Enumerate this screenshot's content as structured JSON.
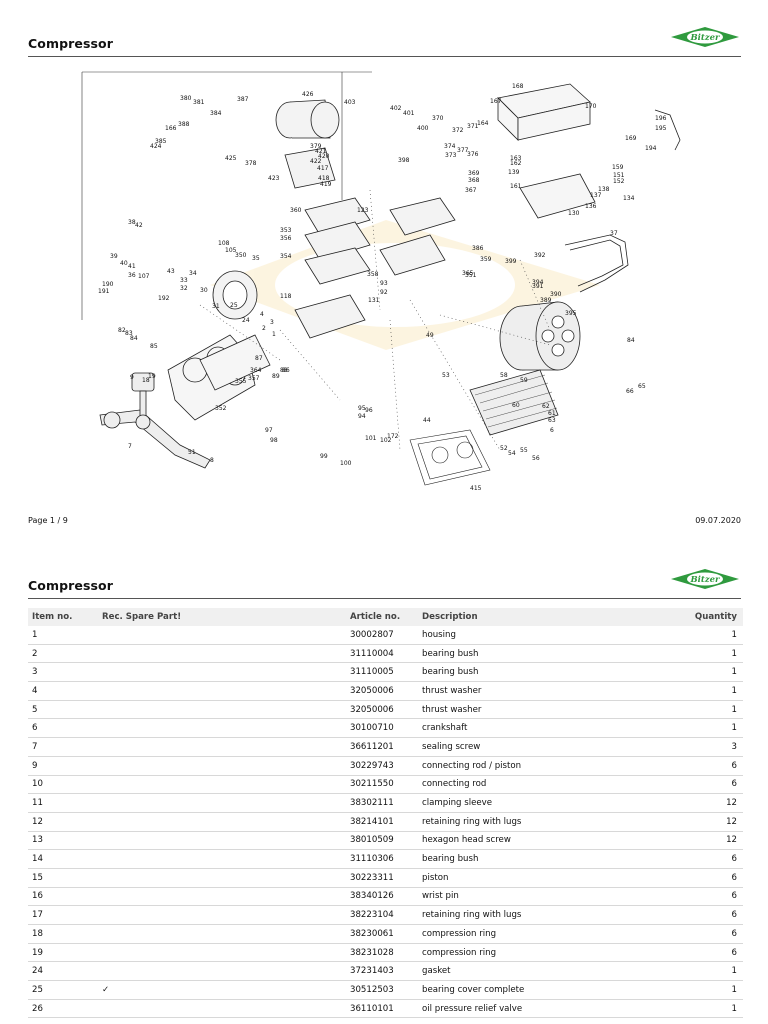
{
  "page1": {
    "title": "Compressor",
    "footer_page": "Page 1 / 9",
    "footer_date": "09.07.2020",
    "logo_text": "Bitzer",
    "diagram_labels": [
      "380",
      "381",
      "387",
      "426",
      "403",
      "402",
      "401",
      "400",
      "168",
      "167",
      "170",
      "196",
      "195",
      "370",
      "372",
      "371",
      "164",
      "166",
      "384",
      "388",
      "385",
      "424",
      "425",
      "378",
      "379",
      "421",
      "420",
      "422",
      "417",
      "418",
      "419",
      "423",
      "398",
      "374",
      "373",
      "377",
      "376",
      "369",
      "368",
      "367",
      "163",
      "162",
      "139",
      "161",
      "169",
      "159",
      "151",
      "152",
      "194",
      "138",
      "137",
      "136",
      "134",
      "130",
      "360",
      "123",
      "353",
      "356",
      "354",
      "358",
      "93",
      "92",
      "131",
      "118",
      "386",
      "359",
      "365",
      "351",
      "399",
      "392",
      "394",
      "391",
      "390",
      "389",
      "395",
      "37",
      "38",
      "42",
      "39",
      "40",
      "41",
      "36",
      "107",
      "108",
      "105",
      "350",
      "35",
      "43",
      "34",
      "33",
      "32",
      "30",
      "31",
      "25",
      "24",
      "191",
      "190",
      "192",
      "82",
      "83",
      "84",
      "85",
      "4",
      "3",
      "2",
      "1",
      "49",
      "58",
      "59",
      "84",
      "65",
      "66",
      "87",
      "89",
      "88",
      "86",
      "364",
      "357",
      "355",
      "352",
      "9",
      "18",
      "19",
      "96",
      "95",
      "94",
      "97",
      "98",
      "99",
      "100",
      "101",
      "102",
      "172",
      "53",
      "60",
      "62",
      "61",
      "63",
      "6",
      "7",
      "51",
      "8",
      "52",
      "54",
      "55",
      "56",
      "415",
      "44"
    ]
  },
  "page2": {
    "title": "Compressor",
    "logo_text": "Bitzer",
    "columns": [
      "Item no.",
      "Rec. Spare Part!",
      "Article no.",
      "Description",
      "Quantity"
    ],
    "rows": [
      [
        "1",
        "",
        "30002807",
        "housing",
        "1"
      ],
      [
        "2",
        "",
        "31110004",
        "bearing bush",
        "1"
      ],
      [
        "3",
        "",
        "31110005",
        "bearing bush",
        "1"
      ],
      [
        "4",
        "",
        "32050006",
        "thrust washer",
        "1"
      ],
      [
        "5",
        "",
        "32050006",
        "thrust washer",
        "1"
      ],
      [
        "6",
        "",
        "30100710",
        "crankshaft",
        "1"
      ],
      [
        "7",
        "",
        "36611201",
        "sealing screw",
        "3"
      ],
      [
        "9",
        "",
        "30229743",
        "connecting rod / piston",
        "6"
      ],
      [
        "10",
        "",
        "30211550",
        "connecting rod",
        "6"
      ],
      [
        "11",
        "",
        "38302111",
        "clamping sleeve",
        "12"
      ],
      [
        "12",
        "",
        "38214101",
        "retaining ring with lugs",
        "12"
      ],
      [
        "13",
        "",
        "38010509",
        "hexagon head screw",
        "12"
      ],
      [
        "14",
        "",
        "31110306",
        "bearing bush",
        "6"
      ],
      [
        "15",
        "",
        "30223311",
        "piston",
        "6"
      ],
      [
        "16",
        "",
        "38340126",
        "wrist pin",
        "6"
      ],
      [
        "17",
        "",
        "38223104",
        "retaining ring with lugs",
        "6"
      ],
      [
        "18",
        "",
        "38230061",
        "compression ring",
        "6"
      ],
      [
        "19",
        "",
        "38231028",
        "compression ring",
        "6"
      ],
      [
        "24",
        "",
        "37231403",
        "gasket",
        "1"
      ],
      [
        "25",
        "✓",
        "30512503",
        "bearing cover complete",
        "1"
      ],
      [
        "26",
        "",
        "36110101",
        "oil pressure relief valve",
        "1"
      ]
    ]
  }
}
